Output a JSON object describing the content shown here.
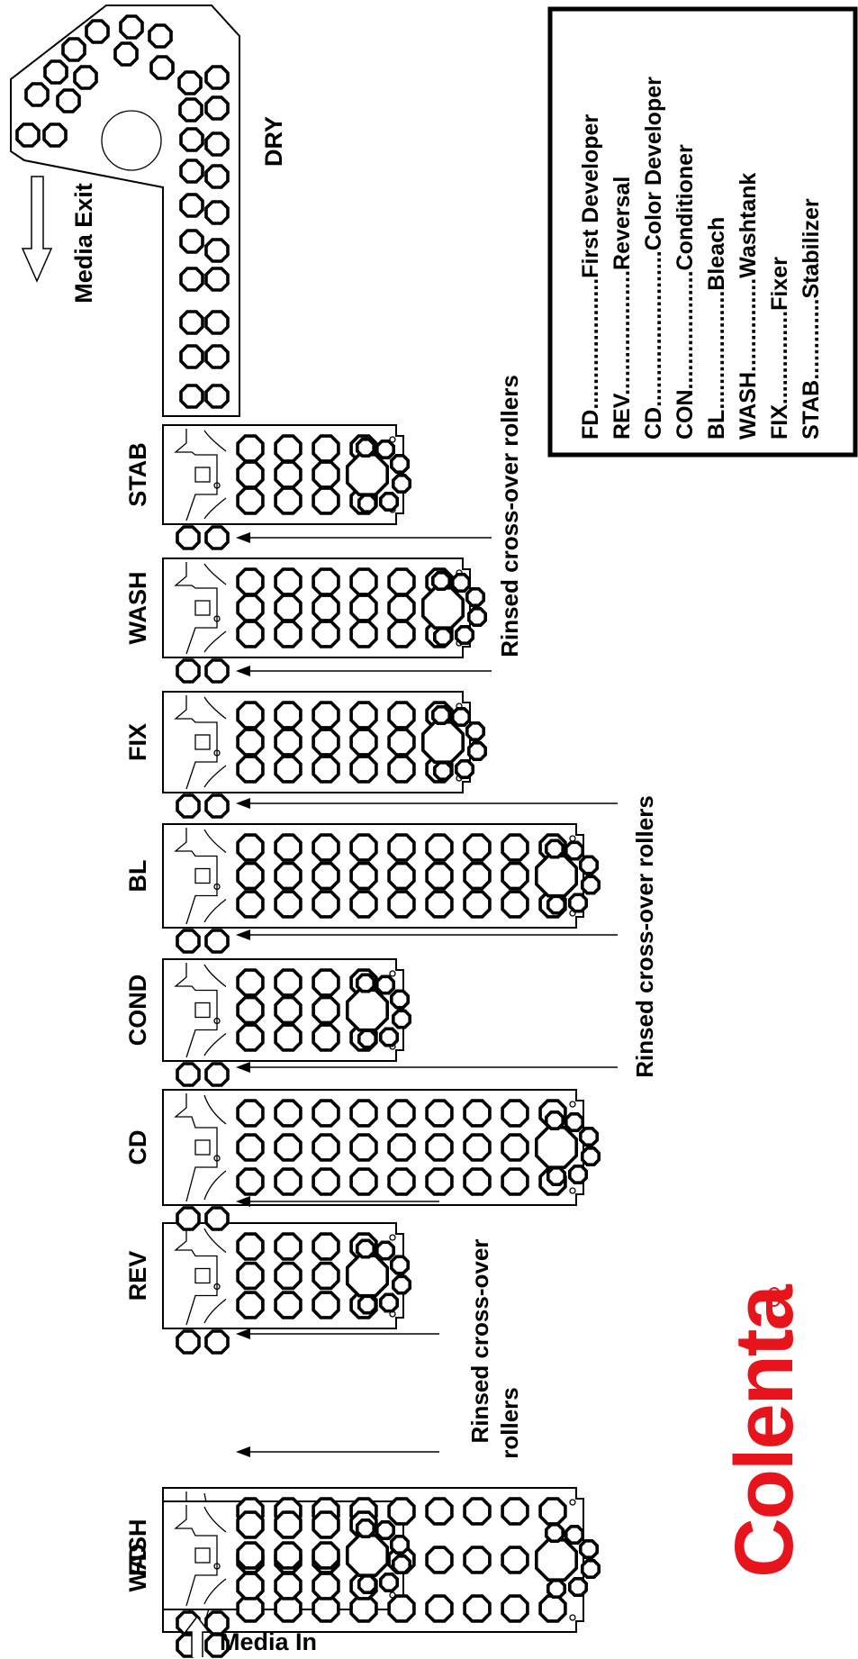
{
  "tanks": [
    {
      "code": "FD"
    },
    {
      "code": "WASH"
    },
    {
      "code": "REV"
    },
    {
      "code": "CD"
    },
    {
      "code": "COND"
    },
    {
      "code": "BL"
    },
    {
      "code": "FIX"
    },
    {
      "code": "WASH"
    },
    {
      "code": "STAB"
    }
  ],
  "dryer_label": "DRY",
  "media_in_label": "Media In",
  "media_exit_label": "Media Exit",
  "crossover_labels": {
    "lower_line1": "Rinsed cross-over",
    "lower_line2": "rollers",
    "middle": "Rinsed cross-over rollers",
    "upper": "Rinsed cross-over rollers"
  },
  "legend": [
    {
      "abbr": "FD",
      "dots": ".....................",
      "name": "First  Developer"
    },
    {
      "abbr": "REV",
      "dots": "....................",
      "name": "Reversal"
    },
    {
      "abbr": "CD",
      "dots": ".........................",
      "name": "Color Developer"
    },
    {
      "abbr": "CON",
      "dots": "...................",
      "name": "Conditioner"
    },
    {
      "abbr": "BL",
      "dots": "...................",
      "name": "Bleach"
    },
    {
      "abbr": "WASH",
      "dots": "...............",
      "name": "Washtank"
    },
    {
      "abbr": "FIX",
      "dots": "...............",
      "name": "Fixer"
    },
    {
      "abbr": "STAB",
      "dots": ".............",
      "name": "Stabilizer"
    }
  ],
  "logo_text": "Colenta",
  "colors": {
    "logo": "#e8141c",
    "line": "#000000",
    "background": "#ffffff"
  }
}
